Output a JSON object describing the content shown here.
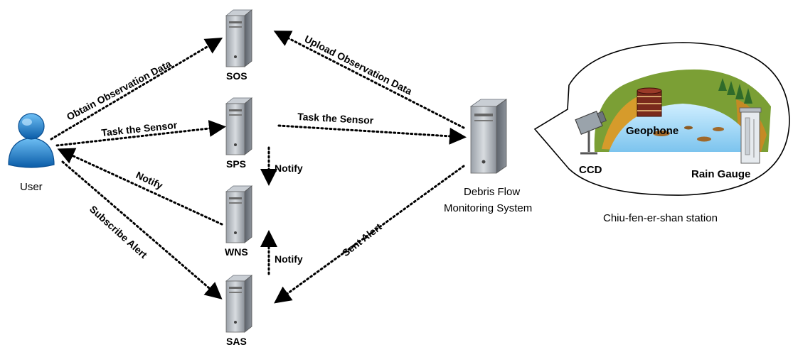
{
  "actors": {
    "user": "User",
    "dfms_line1": "Debris Flow",
    "dfms_line2": "Monitoring System",
    "station": "Chiu-fen-er-shan station"
  },
  "servers": {
    "sos": "SOS",
    "sps": "SPS",
    "wns": "WNS",
    "sas": "SAS"
  },
  "sensors": {
    "ccd": "CCD",
    "geophone": "Geophone",
    "rain_gauge": "Rain Gauge"
  },
  "edges": {
    "obtain": "Obtain Observation Data",
    "task_user": "Task the Sensor",
    "notify_user": "Notify",
    "subscribe": "Subscribe Alert",
    "upload": "Upload Observation Data",
    "task_dfms": "Task the Sensor",
    "notify_sps_wns": "Notify",
    "notify_sas_wns": "Notify",
    "sent_alert": "Sent Alert"
  }
}
